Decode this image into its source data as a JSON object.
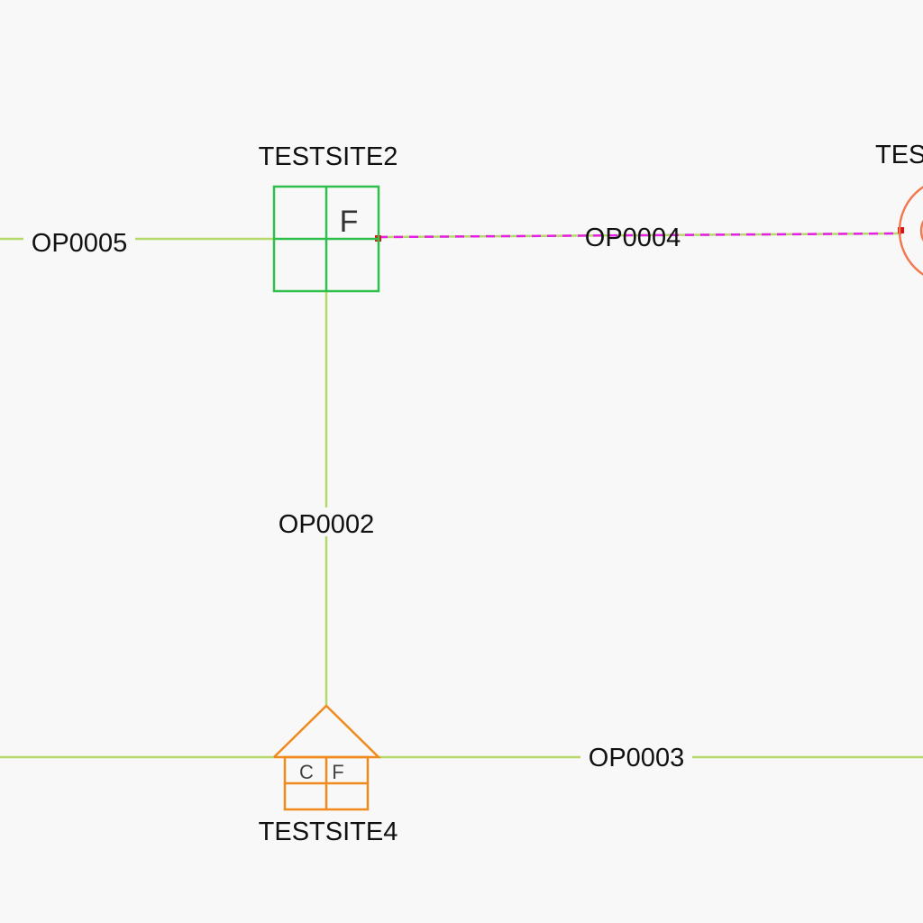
{
  "colors": {
    "background": "#f8f8f8",
    "link": "#b5d86a",
    "selected_link": "#e61ee6",
    "site_green": "#2dbf4a",
    "site_orange": "#f08a1c",
    "site_partial": "#f07a50",
    "endpoint": "#e01010"
  },
  "sites": {
    "testsite2": {
      "name": "TESTSITE2",
      "icon": "grid-site-icon",
      "quadrant_label": "F"
    },
    "testsite4": {
      "name": "TESTSITE4",
      "icon": "house-site-icon",
      "left_label": "C",
      "right_label": "F"
    },
    "partial_site": {
      "name_visible": "TES",
      "icon": "circle-site-icon"
    }
  },
  "links": {
    "op0005": {
      "name": "OP0005"
    },
    "op0004": {
      "name": "OP0004",
      "style": "dashed",
      "selected": true
    },
    "op0002": {
      "name": "OP0002"
    },
    "op0003": {
      "name": "OP0003"
    }
  }
}
